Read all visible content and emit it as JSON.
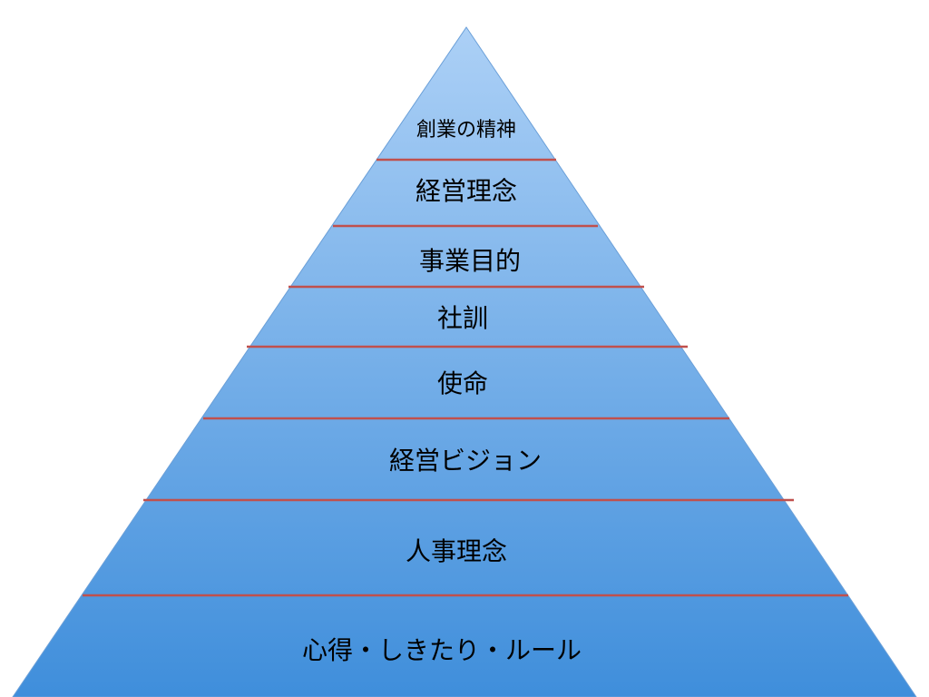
{
  "diagram": {
    "type": "pyramid",
    "colors": {
      "fill_top": "#acd0f6",
      "fill_bottom": "#3f8edb",
      "outline": "#6a9fd8",
      "divider": "#c0504d"
    },
    "tiers": [
      {
        "label": "創業の精神"
      },
      {
        "label": "経営理念"
      },
      {
        "label": "事業目的"
      },
      {
        "label": "社訓"
      },
      {
        "label": "使命"
      },
      {
        "label": "経営ビジョン"
      },
      {
        "label": "人事理念"
      },
      {
        "label": "心得・しきたり・ルール"
      }
    ]
  }
}
